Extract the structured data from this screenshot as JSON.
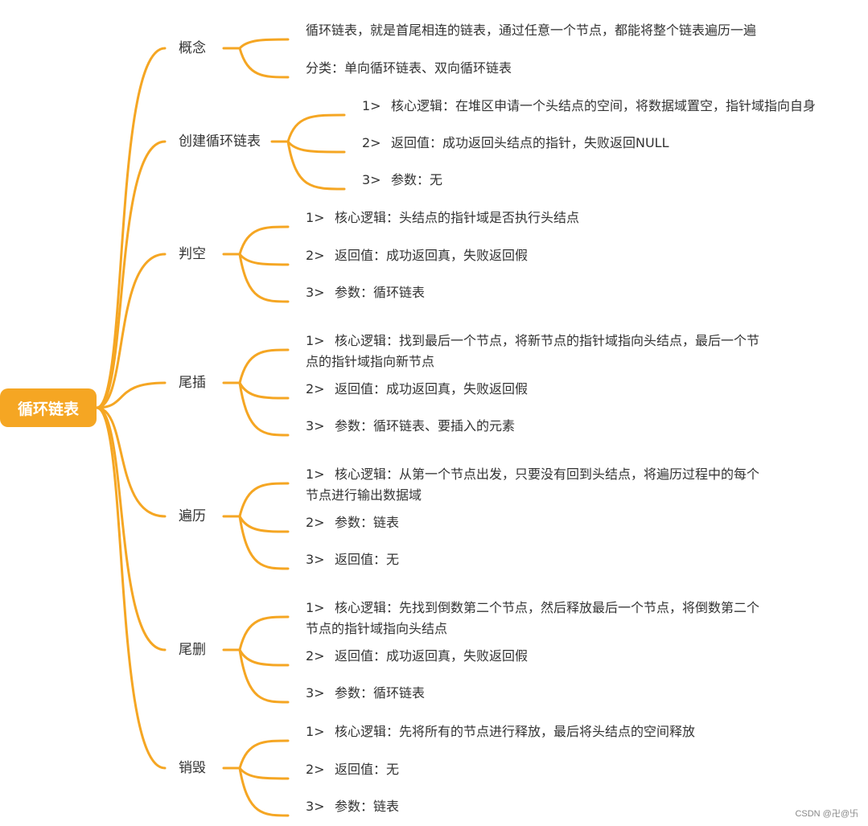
{
  "root": {
    "label": "循环链表"
  },
  "colors": {
    "accent": "#f5a623",
    "text": "#333333",
    "background": "#ffffff"
  },
  "branches": [
    {
      "id": "concept",
      "label": "概念",
      "items": [
        {
          "num": "",
          "lines": [
            "循环链表，就是首尾相连的链表，通过任意一个节点，都能将整个链表遍历一遍"
          ]
        },
        {
          "num": "",
          "lines": [
            "分类：单向循环链表、双向循环链表"
          ]
        }
      ]
    },
    {
      "id": "create",
      "label": "创建循环链表",
      "items": [
        {
          "num": "1>",
          "lines": [
            "核心逻辑：在堆区申请一个头结点的空间，将数据域置空，指针域指向自身"
          ]
        },
        {
          "num": "2>",
          "lines": [
            "返回值：成功返回头结点的指针，失败返回NULL"
          ]
        },
        {
          "num": "3>",
          "lines": [
            "参数：无"
          ]
        }
      ]
    },
    {
      "id": "empty",
      "label": "判空",
      "items": [
        {
          "num": "1>",
          "lines": [
            "核心逻辑：头结点的指针域是否执行头结点"
          ]
        },
        {
          "num": "2>",
          "lines": [
            "返回值：成功返回真，失败返回假"
          ]
        },
        {
          "num": "3>",
          "lines": [
            "参数：循环链表"
          ]
        }
      ]
    },
    {
      "id": "tail-insert",
      "label": "尾插",
      "items": [
        {
          "num": "1>",
          "lines": [
            "核心逻辑：找到最后一个节点，将新节点的指针域指向头结点，最后一个节",
            "点的指针域指向新节点"
          ]
        },
        {
          "num": "2>",
          "lines": [
            "返回值：成功返回真，失败返回假"
          ]
        },
        {
          "num": "3>",
          "lines": [
            "参数：循环链表、要插入的元素"
          ]
        }
      ]
    },
    {
      "id": "traverse",
      "label": "遍历",
      "items": [
        {
          "num": "1>",
          "lines": [
            "核心逻辑：从第一个节点出发，只要没有回到头结点，将遍历过程中的每个",
            "节点进行输出数据域"
          ]
        },
        {
          "num": "2>",
          "lines": [
            "参数：链表"
          ]
        },
        {
          "num": "3>",
          "lines": [
            "返回值：无"
          ]
        }
      ]
    },
    {
      "id": "tail-delete",
      "label": "尾删",
      "items": [
        {
          "num": "1>",
          "lines": [
            "核心逻辑：先找到倒数第二个节点，然后释放最后一个节点，将倒数第二个",
            "节点的指针域指向头结点"
          ]
        },
        {
          "num": "2>",
          "lines": [
            "返回值：成功返回真，失败返回假"
          ]
        },
        {
          "num": "3>",
          "lines": [
            "参数：循环链表"
          ]
        }
      ]
    },
    {
      "id": "destroy",
      "label": "销毁",
      "items": [
        {
          "num": "1>",
          "lines": [
            "核心逻辑：先将所有的节点进行释放，最后将头结点的空间释放"
          ]
        },
        {
          "num": "2>",
          "lines": [
            "返回值：无"
          ]
        },
        {
          "num": "3>",
          "lines": [
            "参数：链表"
          ]
        }
      ]
    }
  ],
  "watermark": "CSDN @卍@卐"
}
